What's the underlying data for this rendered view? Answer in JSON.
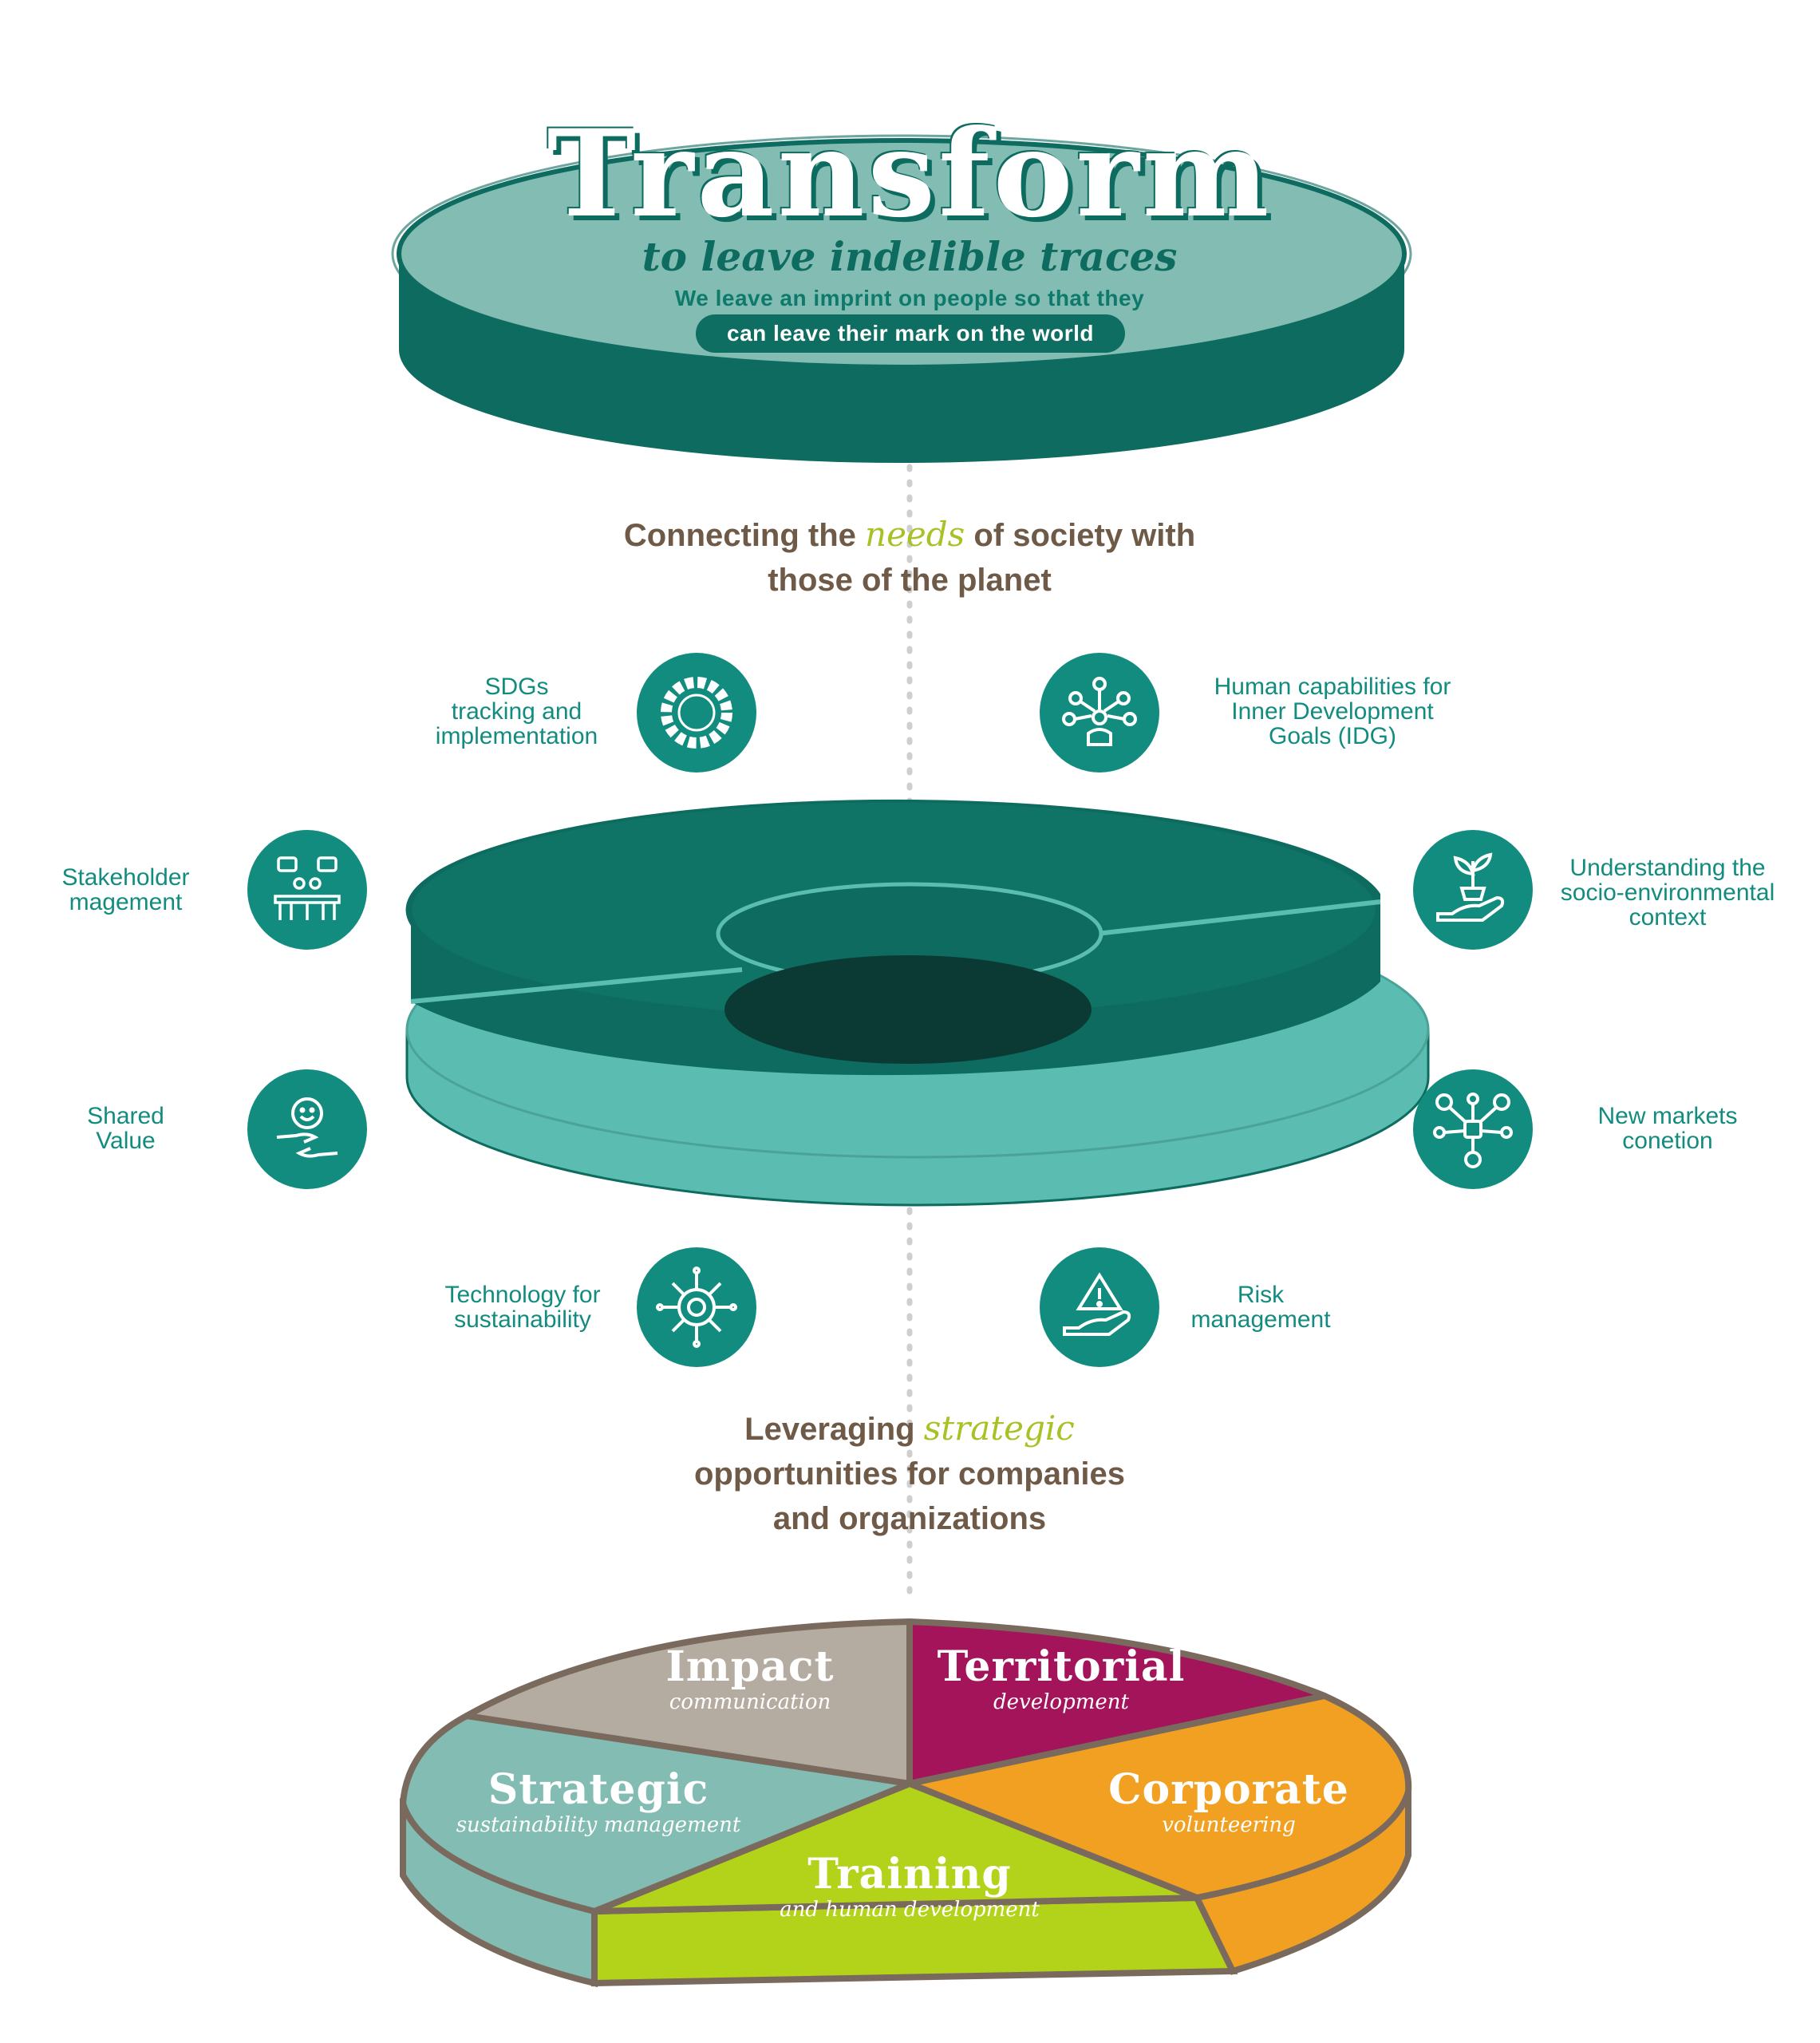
{
  "header": {
    "title": "Transform",
    "subtitle": "to leave indelible traces",
    "tagline_line1": "We leave an imprint on people so that they",
    "tagline_line2": "can leave their mark on the world"
  },
  "middle_heading": {
    "part1": "Connecting the ",
    "accent": "needs",
    "part2": " of society with",
    "line2": "those of the planet"
  },
  "capabilities": {
    "sdgs": {
      "line1": "SDGs",
      "line2": "tracking and",
      "line3": "implementation",
      "icon": "sdg-wheel-icon"
    },
    "idg": {
      "line1": "Human capabilities for",
      "line2": "Inner Development",
      "line3": "Goals (IDG)",
      "icon": "network-person-icon"
    },
    "stakeholder": {
      "line1": "Stakeholder",
      "line2": "magement",
      "icon": "meeting-chat-icon"
    },
    "context": {
      "line1": "Understanding the",
      "line2": "socio-environmental",
      "line3": "context",
      "icon": "plant-hand-icon"
    },
    "shared_value": {
      "line1": "Shared",
      "line2": "Value",
      "icon": "smile-hands-icon"
    },
    "markets": {
      "line1": "New markets",
      "line2": "conetion",
      "icon": "people-network-icon"
    },
    "technology": {
      "line1": "Technology for",
      "line2": "sustainability",
      "icon": "gear-circuit-icon"
    },
    "risk": {
      "line1": "Risk",
      "line2": "management",
      "icon": "warning-hand-icon"
    }
  },
  "bottom_heading": {
    "part1": "Leveraging ",
    "accent": "strategic",
    "line2": "opportunities for companies",
    "line3": "and organizations"
  },
  "segments": {
    "impact": {
      "title": "Impact",
      "sub": "communication",
      "color": "#b5aca1"
    },
    "territorial": {
      "title": "Territorial",
      "sub": "development",
      "color": "#a3145a"
    },
    "strategic": {
      "title": "Strategic",
      "sub": "sustainability management",
      "color": "#82bcb3"
    },
    "corporate": {
      "title": "Corporate",
      "sub": "volunteering",
      "color": "#f2a022"
    },
    "training": {
      "title": "Training",
      "sub": "and human development",
      "color": "#b3d31b"
    }
  },
  "colors": {
    "teal_dark": "#0d6b5f",
    "teal_light": "#82bcb3",
    "teal_mid": "#5bbcb1",
    "teal_icon": "#138c80",
    "brown": "#6f5a48",
    "accent_green": "#a6c224"
  }
}
